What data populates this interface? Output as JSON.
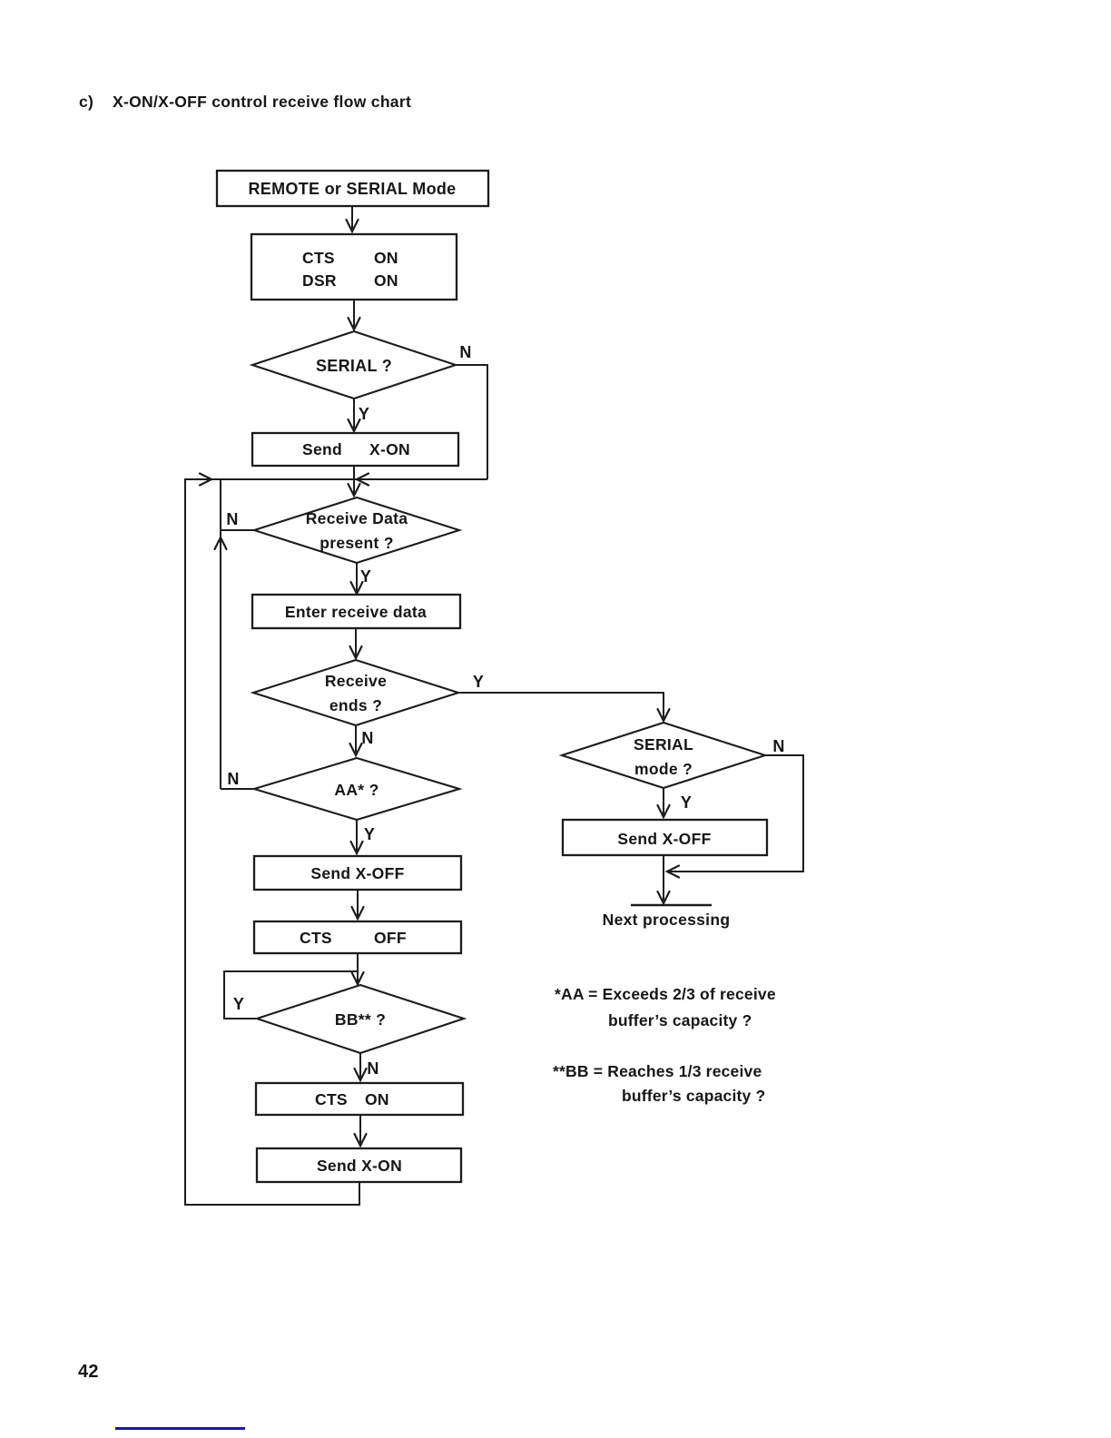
{
  "page": {
    "title_prefix": "c)",
    "title": "X-ON/X-OFF control receive flow chart",
    "page_number": "42"
  },
  "labels": {
    "yes": "Y",
    "no": "N"
  },
  "nodes": {
    "start": "REMOTE or SERIAL Mode",
    "cts_dsr": {
      "row1_label": "CTS",
      "row1_value": "ON",
      "row2_label": "DSR",
      "row2_value": "ON"
    },
    "serial_q": "SERIAL ?",
    "send_xon_top": {
      "label": "Send",
      "value": "X-ON"
    },
    "receive_data_q": {
      "line1": "Receive Data",
      "line2": "present ?"
    },
    "enter_receive": "Enter receive data",
    "receive_ends_q": {
      "line1": "Receive",
      "line2": "ends ?"
    },
    "aa_q": "AA* ?",
    "send_xoff_left": "Send X-OFF",
    "cts_off": {
      "label": "CTS",
      "value": "OFF"
    },
    "bb_q": "BB** ?",
    "cts_on": {
      "label": "CTS",
      "value": "ON"
    },
    "send_xon_bottom": "Send X-ON",
    "serial_mode_q": {
      "line1": "SERIAL",
      "line2": "mode ?"
    },
    "send_xoff_right": "Send X-OFF",
    "next_processing": "Next processing"
  },
  "notes": {
    "aa_line1": "*AA = Exceeds 2/3 of receive",
    "aa_line2": "buffer’s capacity ?",
    "bb_line1": "**BB =  Reaches 1/3 receive",
    "bb_line2": "buffer’s capacity ?"
  },
  "colors": {
    "footer_line": "#1b18a2"
  }
}
